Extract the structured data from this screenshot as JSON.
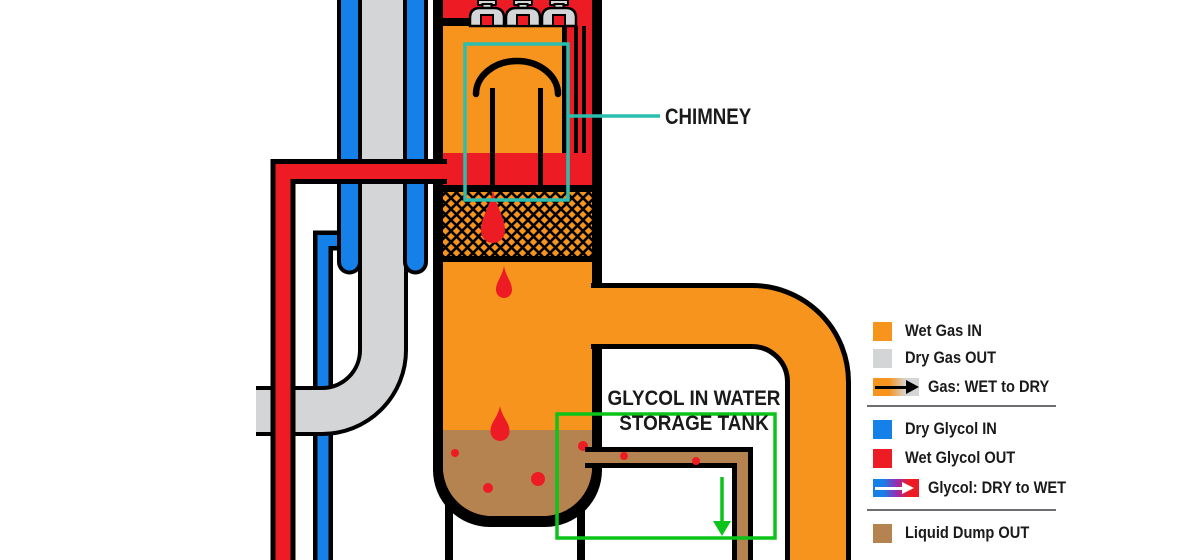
{
  "diagram": {
    "callouts": {
      "chimney": "CHIMNEY",
      "storage_tank_line1": "GLYCOL IN WATER",
      "storage_tank_line2": "STORAGE TANK"
    },
    "colors": {
      "wet_gas": "#F7941E",
      "dry_gas": "#D4D5D6",
      "dry_glycol": "#1580E8",
      "wet_glycol": "#ED1C24",
      "liquid_dump": "#B5834F",
      "callout_teal": "#2BBDAD",
      "callout_green": "#0CC31A",
      "outline": "#000000"
    }
  },
  "legend": {
    "rows": [
      {
        "label": "Wet Gas IN",
        "swatch": "orange"
      },
      {
        "label": "Dry Gas OUT",
        "swatch": "gray"
      },
      {
        "label": "Gas: WET to DRY",
        "swatch": "gradient-orange-to-gray",
        "arrow": "black-right-arrow"
      },
      {
        "label": "Dry Glycol IN",
        "swatch": "blue"
      },
      {
        "label": "Wet Glycol OUT",
        "swatch": "red"
      },
      {
        "label": "Glycol: DRY to WET",
        "swatch": "gradient-blue-to-red",
        "arrow": "white-right-arrow"
      },
      {
        "label": "Liquid Dump OUT",
        "swatch": "brown"
      }
    ]
  }
}
